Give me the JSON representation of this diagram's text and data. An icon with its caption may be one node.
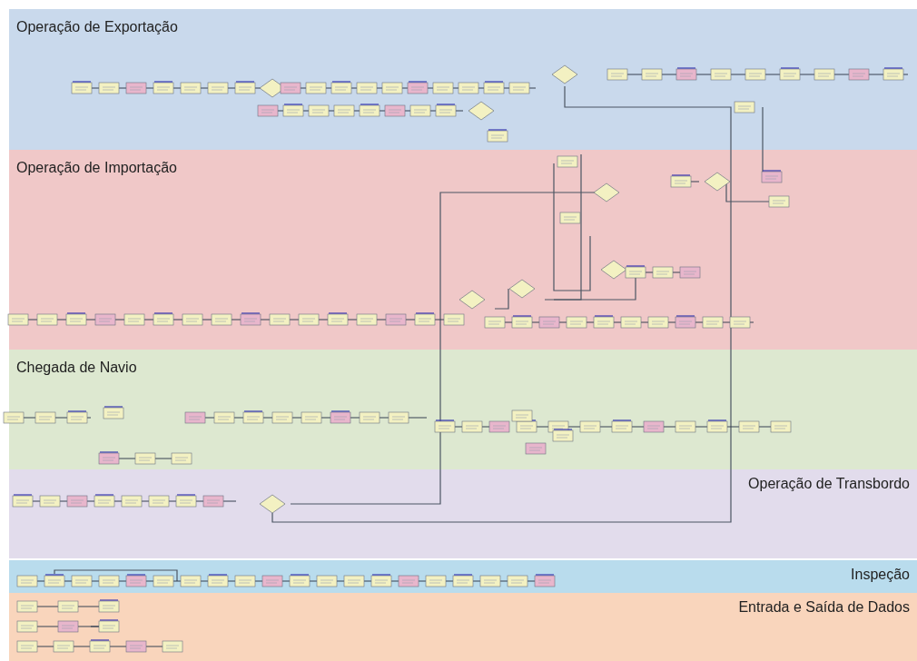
{
  "diagram": {
    "nodes": [
      {
        "text": [
          "Operação de Exportação"
        ]
      },
      {
        "text": [
          "Operação de Importação"
        ]
      },
      {
        "text": [
          "Chegada de Navio"
        ]
      },
      {
        "text": [
          "Operação de Transbordo"
        ]
      },
      {
        "text": [
          "Inspeção"
        ]
      },
      {
        "text": [
          "Entrada e Saída de Dados"
        ]
      }
    ]
  }
}
